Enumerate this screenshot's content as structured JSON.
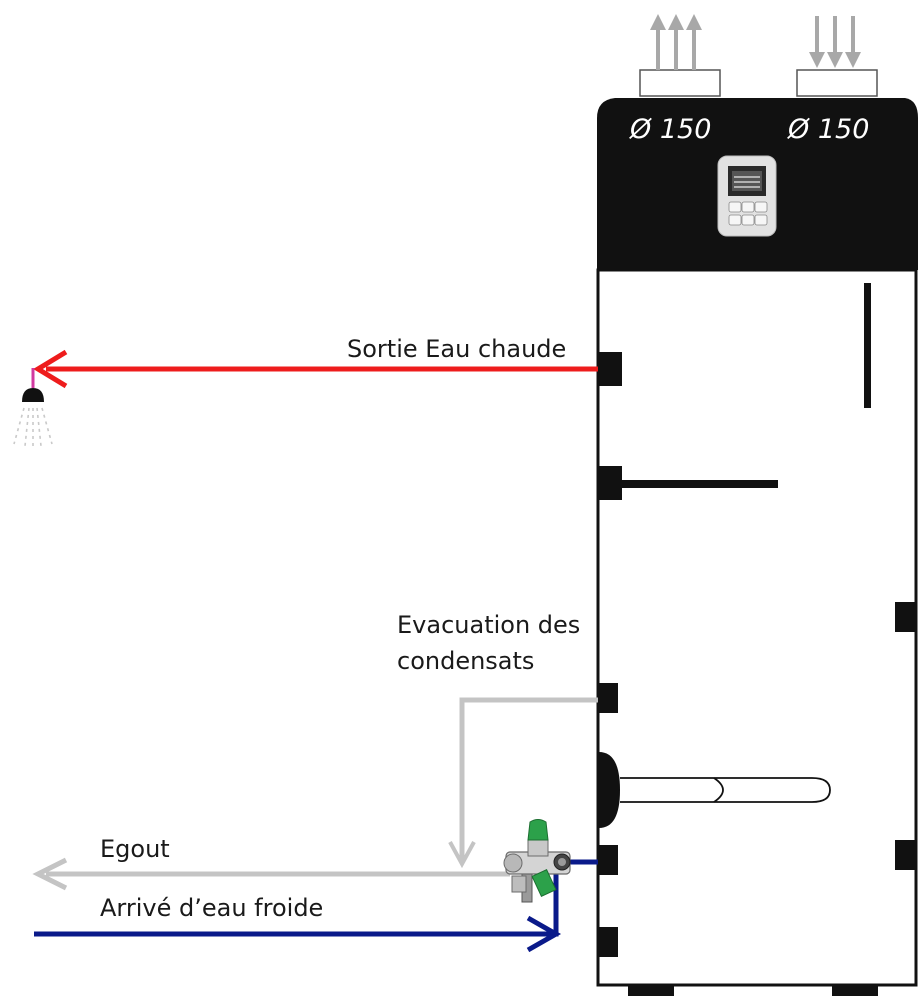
{
  "labels": {
    "hot_water_outlet": "Sortie Eau chaude",
    "condensate_line1": "Evacuation des",
    "condensate_line2": "condensats",
    "drain": "Egout",
    "cold_water_inlet": "Arrivé d’eau froide"
  },
  "ducts": {
    "exhaust_label": "Ø 150",
    "intake_label": "Ø 150"
  },
  "colors": {
    "hot_water": "#ee1c1c",
    "cold_water": "#0a1a8a",
    "condensate": "#c4c4c4",
    "unit_body": "#111111",
    "valve_green": "#2ca14a"
  }
}
